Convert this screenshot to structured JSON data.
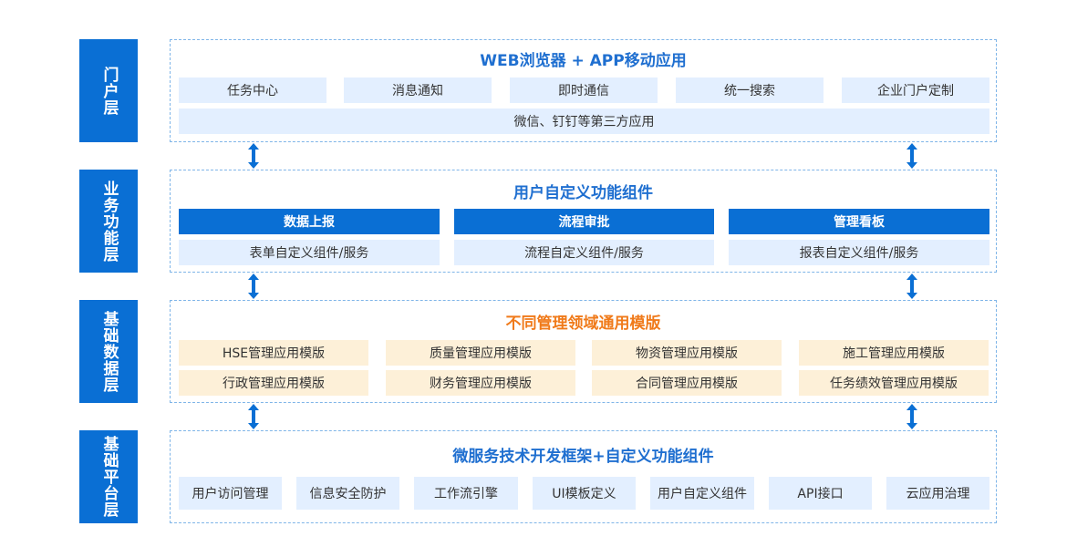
{
  "layers": {
    "portal": {
      "label": "门户层",
      "title": "WEB浏览器 + APP移动应用",
      "items": [
        "任务中心",
        "消息通知",
        "即时通信",
        "统一搜索",
        "企业门户定制"
      ],
      "wide": "微信、钉钉等第三方应用"
    },
    "business": {
      "label": "业务功能层",
      "title": "用户自定义功能组件",
      "headers": [
        "数据上报",
        "流程审批",
        "管理看板"
      ],
      "items": [
        "表单自定义组件/服务",
        "流程自定义组件/服务",
        "报表自定义组件/服务"
      ]
    },
    "data": {
      "label": "基础数据层",
      "title": "不同管理领域通用模版",
      "row1": [
        "HSE管理应用模版",
        "质量管理应用模版",
        "物资管理应用模版",
        "施工管理应用模版"
      ],
      "row2": [
        "行政管理应用模版",
        "财务管理应用模版",
        "合同管理应用模版",
        "任务绩效管理应用模版"
      ]
    },
    "platform": {
      "label": "基础平台层",
      "title": "微服务技术开发框架+自定义功能组件",
      "items": [
        "用户访问管理",
        "信息安全防护",
        "工作流引擎",
        "UI模板定义",
        "用户自定义组件",
        "API接口",
        "云应用治理"
      ]
    }
  },
  "colors": {
    "primary": "#0a6fd4",
    "light_blue": "#e3efff",
    "cream": "#fdf0d8",
    "title_blue": "#1f6fd0",
    "title_orange": "#f07a1a"
  },
  "icons": [
    "double-arrow-icon"
  ]
}
